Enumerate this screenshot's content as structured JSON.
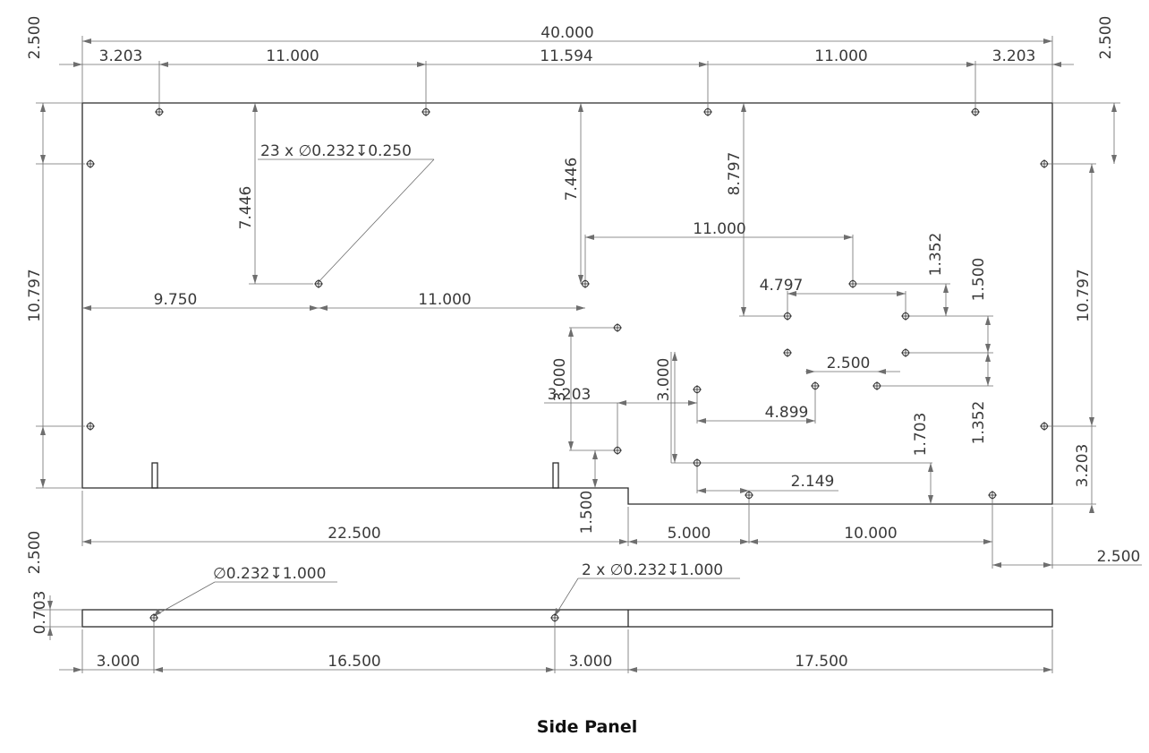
{
  "title": "Side Panel",
  "notes": {
    "top_holes": "23 x ∅0.232↧0.250",
    "bottom_hole_single": "∅0.232↧1.000",
    "bottom_hole_double": "2 x ∅0.232↧1.000"
  },
  "dims": {
    "overall_width": "40.000",
    "top_left_edge": "3.203",
    "top_span_1": "11.000",
    "top_span_2": "11.594",
    "top_span_3": "11.000",
    "top_right_edge": "3.203",
    "left_top_offset": "2.500",
    "right_top_offset": "2.500",
    "left_height": "10.797",
    "right_height": "10.797",
    "depth_left": "7.446",
    "depth_center": "7.446",
    "depth_right": "8.797",
    "mid_left": "9.750",
    "mid_span": "11.000",
    "inner_span": "11.000",
    "inner_offset": "4.797",
    "inner_rise": "1.352",
    "inner_step": "1.500",
    "inner_gap": "2.500",
    "cluster_height_a": "3.000",
    "cluster_offset": "3.203",
    "cluster_height_b": "3.000",
    "cluster_span": "4.899",
    "lower_rise": "1.352",
    "lower_step": "1.703",
    "lower_span": "2.149",
    "right_bottom": "3.203",
    "notch_height": "1.500",
    "bottom_left": "22.500",
    "bottom_mid": "5.000",
    "bottom_right": "10.000",
    "right_tab": "2.500",
    "left_bottom_offset": "2.500",
    "strip_thickness": "0.703",
    "strip_1": "3.000",
    "strip_2": "16.500",
    "strip_3": "3.000",
    "strip_4": "17.500"
  }
}
